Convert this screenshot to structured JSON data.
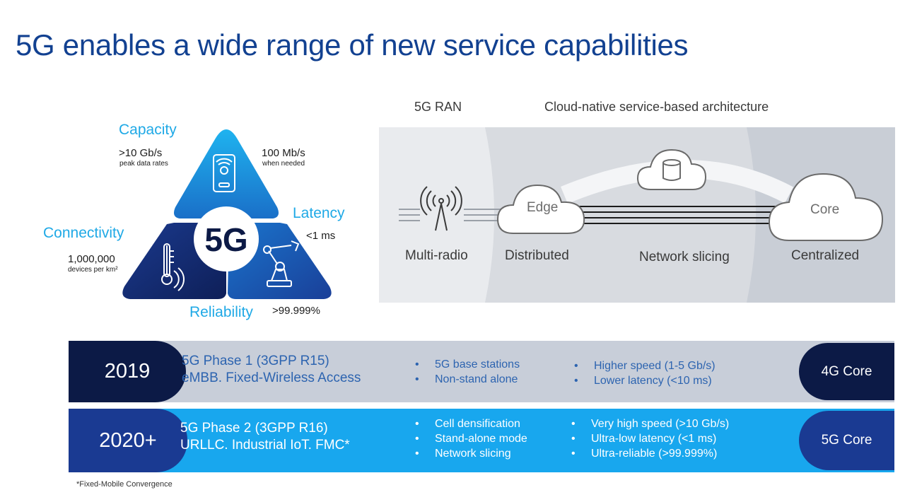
{
  "title": "5G enables a wide range of new service capabilities",
  "triangle": {
    "center_label": "5G",
    "capacity": {
      "label": "Capacity",
      "value": ">10 Gb/s",
      "sub": "peak data rates",
      "value2": "100 Mb/s",
      "sub2": "when needed"
    },
    "latency": {
      "label": "Latency",
      "value": "<1 ms"
    },
    "connectivity": {
      "label": "Connectivity",
      "value": "1,000,000",
      "sub": "devices per km²"
    },
    "reliability": {
      "label": "Reliability",
      "value": ">99.999%"
    }
  },
  "architecture": {
    "ran_heading": "5G RAN",
    "cloud_heading": "Cloud-native service-based architecture",
    "multi_radio": "Multi-radio",
    "edge": "Edge",
    "distributed": "Distributed",
    "network_slicing": "Network slicing",
    "core": "Core",
    "centralized": "Centralized"
  },
  "phases": [
    {
      "year": "2019",
      "title": "5G Phase 1 (3GPP R15)",
      "subtitle": "eMBB. Fixed-Wireless Access",
      "features": [
        "5G base stations",
        "Non-stand alone"
      ],
      "benefits": [
        "Higher speed (1-5 Gb/s)",
        "Lower latency (<10 ms)"
      ],
      "core": "4G Core"
    },
    {
      "year": "2020+",
      "title": "5G Phase 2 (3GPP R16)",
      "subtitle": "URLLC. Industrial IoT. FMC*",
      "features": [
        "Cell densification",
        "Stand-alone mode",
        "Network slicing"
      ],
      "benefits": [
        "Very high speed (>10 Gb/s)",
        "Ultra-low latency (<1 ms)",
        "Ultra-reliable (>99.999%)"
      ],
      "core": "5G Core"
    }
  ],
  "footnote": "*Fixed-Mobile Convergence",
  "colors": {
    "nokia_blue": "#124191",
    "cyan": "#1fa9e6",
    "dark_navy": "#0c1a46",
    "phase2_bg": "#18a7ee"
  }
}
